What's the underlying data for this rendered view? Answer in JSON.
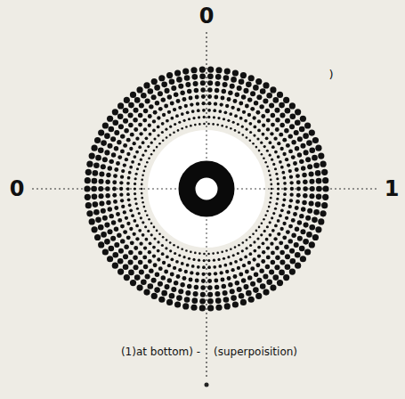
{
  "diagram": {
    "labels": [
      "0",
      "0",
      "1",
      "(1)at bottom) -",
      "(superpoisition)",
      ")"
    ]
  }
}
